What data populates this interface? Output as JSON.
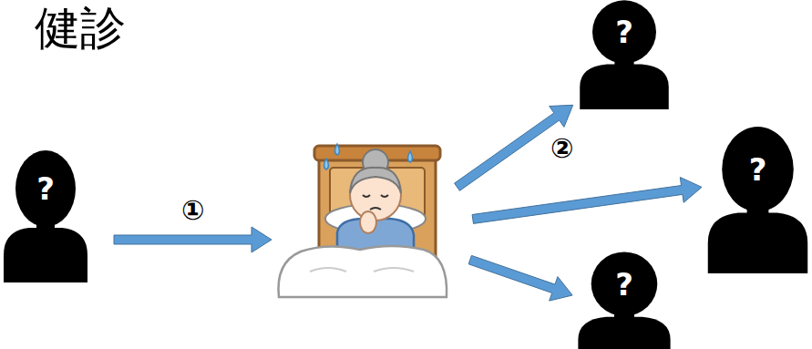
{
  "diagram": {
    "title": "健診",
    "nodes": [
      {
        "text": [
          "?"
        ]
      },
      {
        "text": []
      },
      {
        "text": [
          "?"
        ]
      },
      {
        "text": [
          "?"
        ]
      },
      {
        "text": [
          "?"
        ]
      }
    ],
    "edges": [
      {
        "from": 0,
        "to": 1,
        "arrow": "to",
        "label": "①"
      },
      {
        "from": 1,
        "to": 2,
        "arrow": "to"
      },
      {
        "from": 1,
        "to": 3,
        "arrow": "to",
        "label": "②"
      },
      {
        "from": 1,
        "to": 4,
        "arrow": "to"
      }
    ]
  }
}
